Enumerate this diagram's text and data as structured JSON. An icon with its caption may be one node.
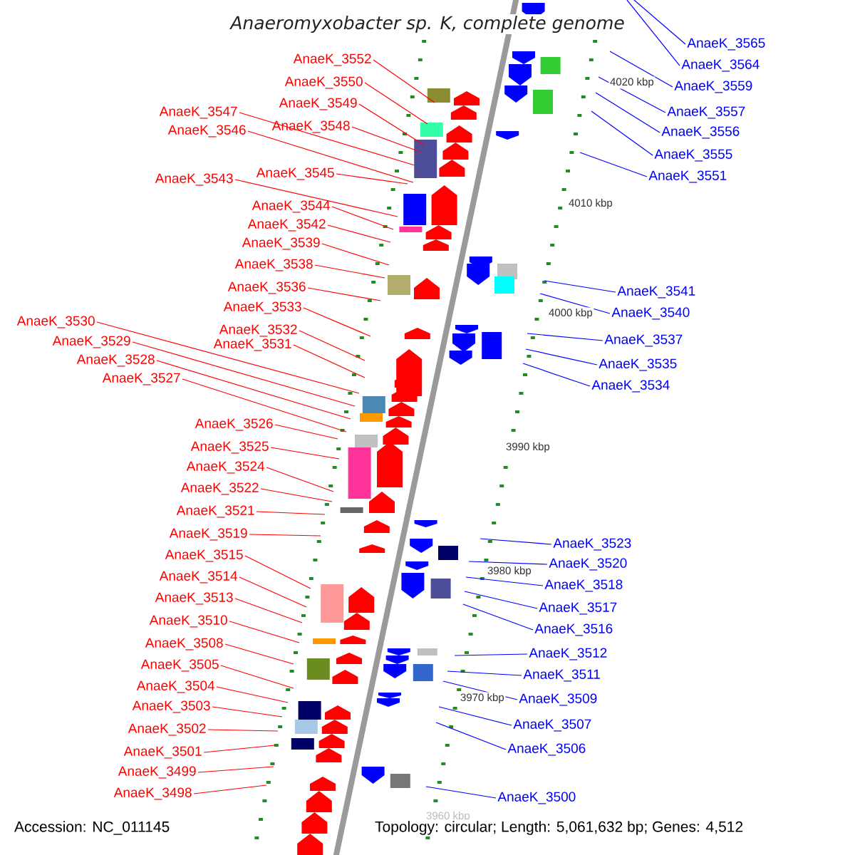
{
  "diagram": {
    "title": "Anaeromyxobacter sp. K, complete genome",
    "nodes": [
      {
        "text": [
          "AnaeK_3552"
        ]
      },
      {
        "text": [
          "AnaeK_3550"
        ]
      },
      {
        "text": [
          "AnaeK_3549"
        ]
      },
      {
        "text": [
          "AnaeK_3547"
        ]
      },
      {
        "text": [
          "AnaeK_3548"
        ]
      },
      {
        "text": [
          "AnaeK_3546"
        ]
      },
      {
        "text": [
          "AnaeK_3543"
        ]
      },
      {
        "text": [
          "AnaeK_3545"
        ]
      },
      {
        "text": [
          "AnaeK_3544"
        ]
      },
      {
        "text": [
          "AnaeK_3542"
        ]
      },
      {
        "text": [
          "AnaeK_3539"
        ]
      },
      {
        "text": [
          "AnaeK_3538"
        ]
      },
      {
        "text": [
          "AnaeK_3536"
        ]
      },
      {
        "text": [
          "AnaeK_3533"
        ]
      },
      {
        "text": [
          "AnaeK_3532"
        ]
      },
      {
        "text": [
          "AnaeK_3531"
        ]
      },
      {
        "text": [
          "AnaeK_3530"
        ]
      },
      {
        "text": [
          "AnaeK_3529"
        ]
      },
      {
        "text": [
          "AnaeK_3528"
        ]
      },
      {
        "text": [
          "AnaeK_3527"
        ]
      },
      {
        "text": [
          "AnaeK_3526"
        ]
      },
      {
        "text": [
          "AnaeK_3525"
        ]
      },
      {
        "text": [
          "AnaeK_3524"
        ]
      },
      {
        "text": [
          "AnaeK_3522"
        ]
      },
      {
        "text": [
          "AnaeK_3521"
        ]
      },
      {
        "text": [
          "AnaeK_3519"
        ]
      },
      {
        "text": [
          "AnaeK_3515"
        ]
      },
      {
        "text": [
          "AnaeK_3514"
        ]
      },
      {
        "text": [
          "AnaeK_3513"
        ]
      },
      {
        "text": [
          "AnaeK_3510"
        ]
      },
      {
        "text": [
          "AnaeK_3508"
        ]
      },
      {
        "text": [
          "AnaeK_3505"
        ]
      },
      {
        "text": [
          "AnaeK_3504"
        ]
      },
      {
        "text": [
          "AnaeK_3503"
        ]
      },
      {
        "text": [
          "AnaeK_3502"
        ]
      },
      {
        "text": [
          "AnaeK_3501"
        ]
      },
      {
        "text": [
          "AnaeK_3499"
        ]
      },
      {
        "text": [
          "AnaeK_3498"
        ]
      },
      {
        "text": [
          "AnaeK_3565"
        ]
      },
      {
        "text": [
          "AnaeK_3564"
        ]
      },
      {
        "text": [
          "AnaeK_3559"
        ]
      },
      {
        "text": [
          "AnaeK_3557"
        ]
      },
      {
        "text": [
          "AnaeK_3556"
        ]
      },
      {
        "text": [
          "AnaeK_3555"
        ]
      },
      {
        "text": [
          "AnaeK_3551"
        ]
      },
      {
        "text": [
          "AnaeK_3541"
        ]
      },
      {
        "text": [
          "AnaeK_3540"
        ]
      },
      {
        "text": [
          "AnaeK_3537"
        ]
      },
      {
        "text": [
          "AnaeK_3535"
        ]
      },
      {
        "text": [
          "AnaeK_3534"
        ]
      },
      {
        "text": [
          "AnaeK_3523"
        ]
      },
      {
        "text": [
          "AnaeK_3520"
        ]
      },
      {
        "text": [
          "AnaeK_3518"
        ]
      },
      {
        "text": [
          "AnaeK_3517"
        ]
      },
      {
        "text": [
          "AnaeK_3516"
        ]
      },
      {
        "text": [
          "AnaeK_3512"
        ]
      },
      {
        "text": [
          "AnaeK_3511"
        ]
      },
      {
        "text": [
          "AnaeK_3509"
        ]
      },
      {
        "text": [
          "AnaeK_3507"
        ]
      },
      {
        "text": [
          "AnaeK_3506"
        ]
      },
      {
        "text": [
          "AnaeK_3500"
        ]
      }
    ],
    "edges": [
      {
        "from": 0,
        "to": null,
        "arrow": "none"
      },
      {
        "from": 1,
        "to": null,
        "arrow": "none"
      },
      {
        "from": 2,
        "to": null,
        "arrow": "none"
      },
      {
        "from": 3,
        "to": null,
        "arrow": "none"
      },
      {
        "from": 4,
        "to": null,
        "arrow": "none"
      },
      {
        "from": 5,
        "to": null,
        "arrow": "none"
      },
      {
        "from": 6,
        "to": null,
        "arrow": "none"
      },
      {
        "from": 7,
        "to": null,
        "arrow": "none"
      },
      {
        "from": 8,
        "to": null,
        "arrow": "none"
      },
      {
        "from": 9,
        "to": null,
        "arrow": "none"
      },
      {
        "from": 10,
        "to": null,
        "arrow": "none"
      },
      {
        "from": 11,
        "to": null,
        "arrow": "none"
      },
      {
        "from": 12,
        "to": null,
        "arrow": "none"
      },
      {
        "from": 13,
        "to": null,
        "arrow": "none"
      },
      {
        "from": 14,
        "to": null,
        "arrow": "none"
      },
      {
        "from": 15,
        "to": null,
        "arrow": "none"
      },
      {
        "from": 16,
        "to": null,
        "arrow": "none"
      },
      {
        "from": 17,
        "to": null,
        "arrow": "none"
      },
      {
        "from": 18,
        "to": null,
        "arrow": "none"
      },
      {
        "from": 19,
        "to": null,
        "arrow": "none"
      },
      {
        "from": 20,
        "to": null,
        "arrow": "none"
      },
      {
        "from": 21,
        "to": null,
        "arrow": "none"
      },
      {
        "from": 22,
        "to": null,
        "arrow": "none"
      },
      {
        "from": 23,
        "to": null,
        "arrow": "none"
      },
      {
        "from": 24,
        "to": null,
        "arrow": "none"
      },
      {
        "from": 25,
        "to": null,
        "arrow": "none"
      },
      {
        "from": 26,
        "to": null,
        "arrow": "none"
      },
      {
        "from": 27,
        "to": null,
        "arrow": "none"
      },
      {
        "from": 28,
        "to": null,
        "arrow": "none"
      },
      {
        "from": 29,
        "to": null,
        "arrow": "none"
      },
      {
        "from": 30,
        "to": null,
        "arrow": "none"
      },
      {
        "from": 31,
        "to": null,
        "arrow": "none"
      },
      {
        "from": 32,
        "to": null,
        "arrow": "none"
      },
      {
        "from": 33,
        "to": null,
        "arrow": "none"
      },
      {
        "from": 34,
        "to": null,
        "arrow": "none"
      },
      {
        "from": 35,
        "to": null,
        "arrow": "none"
      },
      {
        "from": 36,
        "to": null,
        "arrow": "none"
      },
      {
        "from": 37,
        "to": null,
        "arrow": "none"
      },
      {
        "from": 38,
        "to": null,
        "arrow": "none",
        "color": "#0000ff"
      },
      {
        "from": 39,
        "to": null,
        "arrow": "none",
        "color": "#0000ff"
      },
      {
        "from": 40,
        "to": null,
        "arrow": "none",
        "color": "#0000ff"
      },
      {
        "from": 41,
        "to": null,
        "arrow": "none",
        "color": "#0000ff"
      },
      {
        "from": 42,
        "to": null,
        "arrow": "none",
        "color": "#0000ff"
      },
      {
        "from": 43,
        "to": null,
        "arrow": "none",
        "color": "#0000ff"
      },
      {
        "from": 44,
        "to": null,
        "arrow": "none",
        "color": "#0000ff"
      },
      {
        "from": 45,
        "to": null,
        "arrow": "none",
        "color": "#0000ff"
      },
      {
        "from": 46,
        "to": null,
        "arrow": "none",
        "color": "#0000ff"
      },
      {
        "from": 47,
        "to": null,
        "arrow": "none",
        "color": "#0000ff"
      },
      {
        "from": 48,
        "to": null,
        "arrow": "none",
        "color": "#0000ff"
      },
      {
        "from": 49,
        "to": null,
        "arrow": "none",
        "color": "#0000ff"
      },
      {
        "from": 50,
        "to": null,
        "arrow": "none",
        "color": "#0000ff"
      },
      {
        "from": 51,
        "to": null,
        "arrow": "none",
        "color": "#0000ff"
      },
      {
        "from": 52,
        "to": null,
        "arrow": "none",
        "color": "#0000ff"
      },
      {
        "from": 53,
        "to": null,
        "arrow": "none",
        "color": "#0000ff"
      },
      {
        "from": 54,
        "to": null,
        "arrow": "none",
        "color": "#0000ff"
      },
      {
        "from": 55,
        "to": null,
        "arrow": "none",
        "color": "#0000ff"
      },
      {
        "from": 56,
        "to": null,
        "arrow": "none",
        "color": "#0000ff"
      },
      {
        "from": 57,
        "to": null,
        "arrow": "none",
        "color": "#0000ff"
      },
      {
        "from": 58,
        "to": null,
        "arrow": "none",
        "color": "#0000ff"
      },
      {
        "from": 59,
        "to": null,
        "arrow": "none",
        "color": "#0000ff"
      },
      {
        "from": 60,
        "to": null,
        "arrow": "none",
        "color": "#0000ff"
      }
    ],
    "labels": [
      "4020 kbp",
      "4010 kbp",
      "4000 kbp",
      "3990 kbp",
      "3980 kbp",
      "3970 kbp",
      "3960 kbp",
      "Accession: NC_011145",
      "Topology: circular; Length: 5,061,632 bp; Genes: 4,512"
    ]
  }
}
